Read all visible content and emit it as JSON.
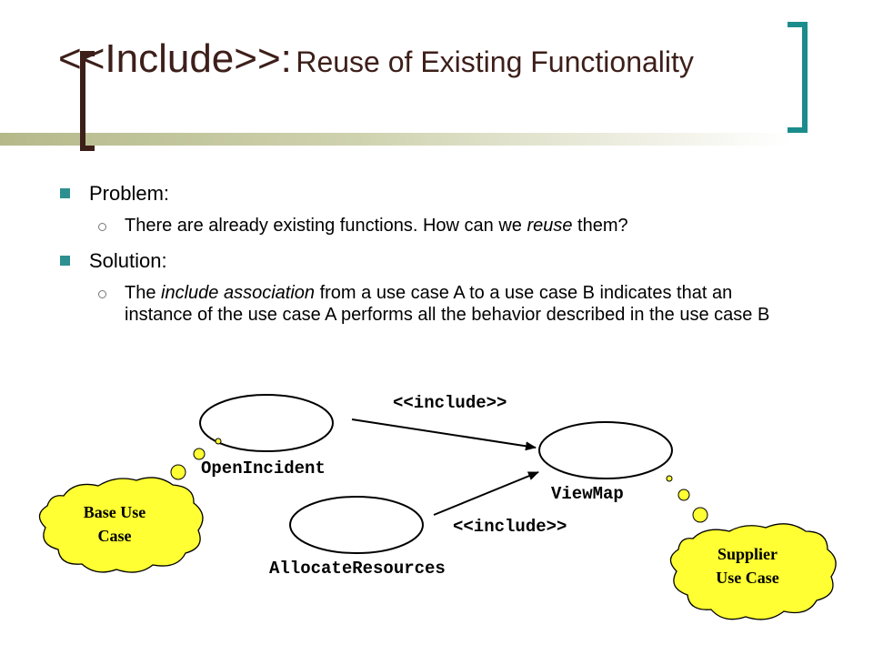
{
  "title": {
    "main": "<<Include>>:",
    "sub": "Reuse of Existing Functionality"
  },
  "bullets": [
    {
      "label": "Problem:",
      "sub": {
        "before": "There are already existing functions. How can we ",
        "em": "reuse",
        "after": " them?"
      }
    },
    {
      "label": "Solution:",
      "sub": {
        "before": "The ",
        "em": "include association",
        "after": " from a use case A to a use case B indicates that an instance of the use case A performs all the behavior described in the use case B"
      }
    }
  ],
  "diagram": {
    "use_cases": {
      "open_incident": "OpenIncident",
      "view_map": "ViewMap",
      "allocate_resources": "AllocateResources"
    },
    "stereotypes": {
      "top": "<<include>>",
      "bottom": "<<include>>"
    },
    "clouds": {
      "base": [
        "Base Use",
        "Case"
      ],
      "supplier": [
        "Supplier",
        "Use Case"
      ]
    },
    "colors": {
      "cloud_fill": "#ffff33",
      "title_text": "#3d1f1a",
      "accent_teal": "#1b8c8c",
      "bullet": "#2d8f8f"
    }
  }
}
